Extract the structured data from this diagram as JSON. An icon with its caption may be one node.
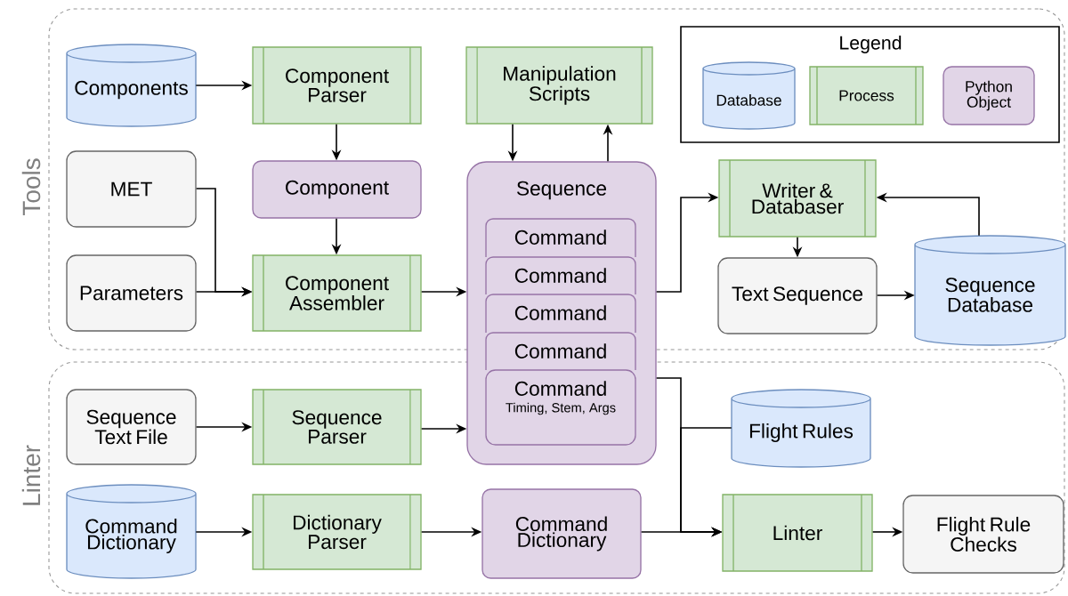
{
  "diagram": {
    "nodes": [
      {
        "text": [
          "Tools"
        ]
      },
      {
        "text": [
          "Linter"
        ]
      },
      {
        "text": [
          "Components"
        ],
        "in": 0
      },
      {
        "text": [
          "Component Parser"
        ],
        "in": 0
      },
      {
        "text": [
          "Manipulation Scripts"
        ],
        "in": 0
      },
      {
        "text": [
          "MET"
        ],
        "in": 0
      },
      {
        "text": [
          "Component"
        ],
        "in": 0
      },
      {
        "text": [
          "Parameters"
        ],
        "in": 0
      },
      {
        "text": [
          "Component Assembler"
        ],
        "in": 0
      },
      {
        "text": [
          "Sequence"
        ]
      },
      {
        "text": [
          "Command"
        ]
      },
      {
        "text": [
          "Command"
        ]
      },
      {
        "text": [
          "Command"
        ]
      },
      {
        "text": [
          "Command"
        ],
        "in": 9
      },
      {
        "text": [
          "Command",
          "Timing, Stem, Args"
        ]
      },
      {
        "text": [
          "Writer & Databaser"
        ],
        "in": 0
      },
      {
        "text": [
          "Text Sequence"
        ],
        "in": 0
      },
      {
        "text": [
          "Sequence Database"
        ],
        "in": 0
      },
      {
        "text": [
          "Sequence Text File"
        ],
        "in": 1
      },
      {
        "text": [
          "Sequence Parser"
        ],
        "in": 1
      },
      {
        "text": [
          "Flight Rules"
        ],
        "in": 1
      },
      {
        "text": [
          "Command Dictionary"
        ],
        "in": 1
      },
      {
        "text": [
          "Dictionary Parser"
        ],
        "in": 1
      },
      {
        "text": [
          "Command Dictionary"
        ],
        "in": 1
      },
      {
        "text": [
          "Linter"
        ],
        "in": 1
      },
      {
        "text": [
          "Flight Rule Checks"
        ],
        "in": 1
      }
    ],
    "edges": [
      {
        "from": 2,
        "to": 3,
        "arrow": "to"
      },
      {
        "from": 3,
        "to": 6,
        "arrow": "to"
      },
      {
        "from": 6,
        "to": 8,
        "arrow": "to"
      },
      {
        "from": 5,
        "to": 8,
        "arrow": "to"
      },
      {
        "from": 7,
        "to": 8,
        "arrow": "to"
      },
      {
        "from": 8,
        "to": 9,
        "arrow": "to"
      },
      {
        "from": 4,
        "to": 9,
        "arrow": "to"
      },
      {
        "from": 9,
        "to": 4,
        "arrow": "to"
      },
      {
        "from": 9,
        "to": 15,
        "arrow": "to"
      },
      {
        "from": 17,
        "to": 15,
        "arrow": "to"
      },
      {
        "from": 15,
        "to": 16,
        "arrow": "to"
      },
      {
        "from": 16,
        "to": 17,
        "arrow": "to"
      },
      {
        "from": 18,
        "to": 19,
        "arrow": "to"
      },
      {
        "from": 19,
        "to": 9,
        "arrow": "to"
      },
      {
        "from": 21,
        "to": 22,
        "arrow": "to"
      },
      {
        "from": 22,
        "to": 23,
        "arrow": "to"
      },
      {
        "from": 23,
        "to": 24,
        "arrow": "to"
      },
      {
        "from": 9,
        "to": 24,
        "arrow": "to"
      },
      {
        "from": 20,
        "to": 24,
        "arrow": "to"
      },
      {
        "from": 24,
        "to": 25,
        "arrow": "to"
      }
    ],
    "labels": [
      "Legend"
    ],
    "legend": [
      {
        "text": "Database"
      },
      {
        "text": "Process"
      },
      {
        "text": "Python Object"
      }
    ]
  }
}
